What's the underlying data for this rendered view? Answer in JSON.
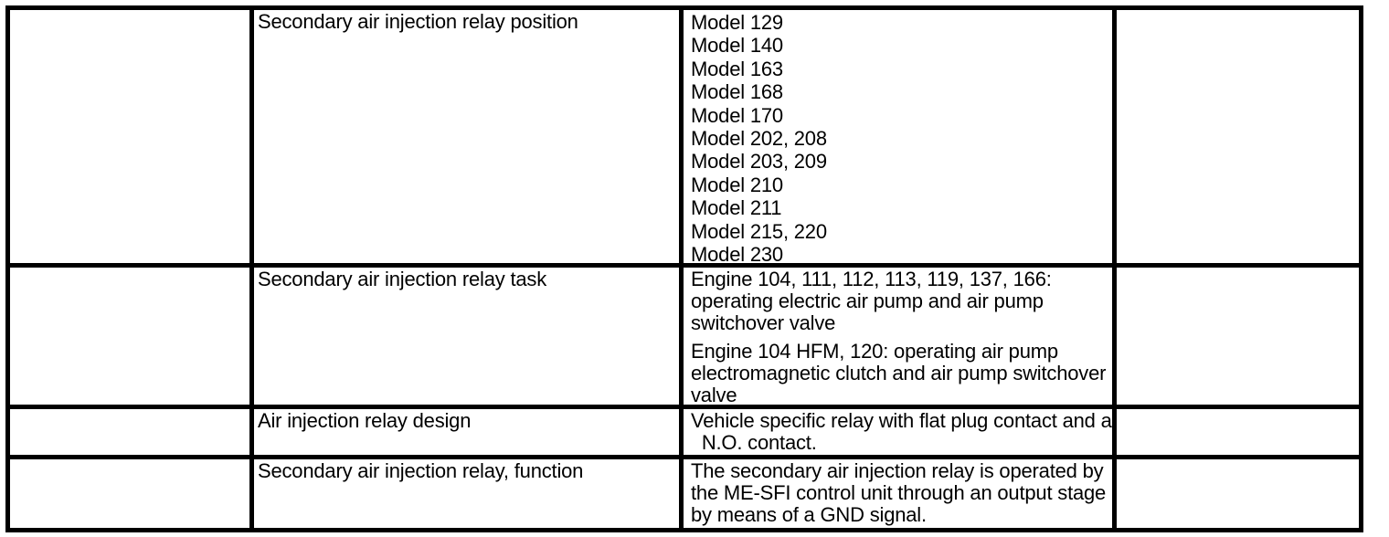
{
  "page": {
    "background_color": "#ffffff",
    "text_color": "#000000",
    "border_color": "#000000"
  },
  "table": {
    "rows": [
      {
        "label": "Secondary air injection relay position",
        "lines": [
          "Model 129",
          "Model 140",
          "Model 163",
          "Model 168",
          "Model 170",
          "Model 202, 208",
          "Model 203, 209",
          "Model 210",
          "Model 211",
          "Model 215, 220",
          "Model 230"
        ]
      },
      {
        "label": "Secondary air injection relay task",
        "lines": [
          "Engine 104, 111, 112, 113, 119, 137, 166:",
          "operating electric air pump and air pump",
          "switchover valve",
          "Engine 104 HFM, 120: operating air pump",
          "electromagnetic clutch and air pump switchover",
          "valve"
        ]
      },
      {
        "label": "Air injection relay design",
        "lines": [
          "Vehicle specific relay with flat plug contact and a",
          "  N.O. contact."
        ]
      },
      {
        "label": "Secondary air injection relay, function",
        "lines": [
          "The secondary air injection relay is operated by",
          "the ME-SFI control unit through an output stage",
          "by means of a GND signal."
        ]
      }
    ]
  }
}
